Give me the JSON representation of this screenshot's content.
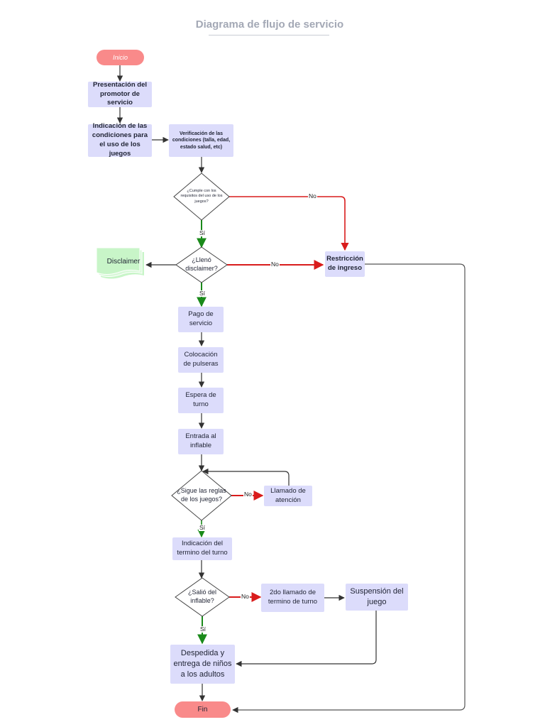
{
  "title": "Diagrama de flujo de servicio",
  "nodes": {
    "inicio": "Inicio",
    "presentacion": "Presentación del promotor de servicio",
    "indicacion_condiciones": "Indicación de las condiciones para el uso de los juegos",
    "verificacion": "Verificación de las condiciones (talla, edad, estado salud, etc)",
    "cumple": "¿Cumple con los requisitos del uso de los juegos?",
    "lleno": "¿Llenó disclaimer?",
    "disclaimer": "Disclaimer",
    "restriccion": "Restricción de ingreso",
    "pago": "Pago de servicio",
    "colocacion": "Colocación de pulseras",
    "espera": "Espera de turno",
    "entrada": "Entrada al inflable",
    "sigue": "¿Sigue las reglas de los juegos?",
    "llamado": "Llamado de atención",
    "indicacion_termino": "Indicación del termino del turno",
    "salio": "¿Salió del inflable?",
    "segundo_llamado": "2do llamado de termino de turno",
    "suspension": "Suspensión del juego",
    "despedida": "Despedida y entrega de niños a los adultos",
    "fin": "Fin"
  },
  "edge_labels": {
    "no_1": "No",
    "si_1": "Sí",
    "no_2": "No",
    "si_2": "Sí",
    "no_3": "No",
    "si_3": "Sí",
    "no_4": "No",
    "si_4": "Sí"
  },
  "colors": {
    "process_fill": "#dcdcfb",
    "terminal_fill": "#f98a8a",
    "document_fill": "#c8f5c8",
    "no_edge": "#d91c1c",
    "yes_edge": "#1a8a1a",
    "default_edge": "#333333",
    "title": "#a3a8b5"
  }
}
